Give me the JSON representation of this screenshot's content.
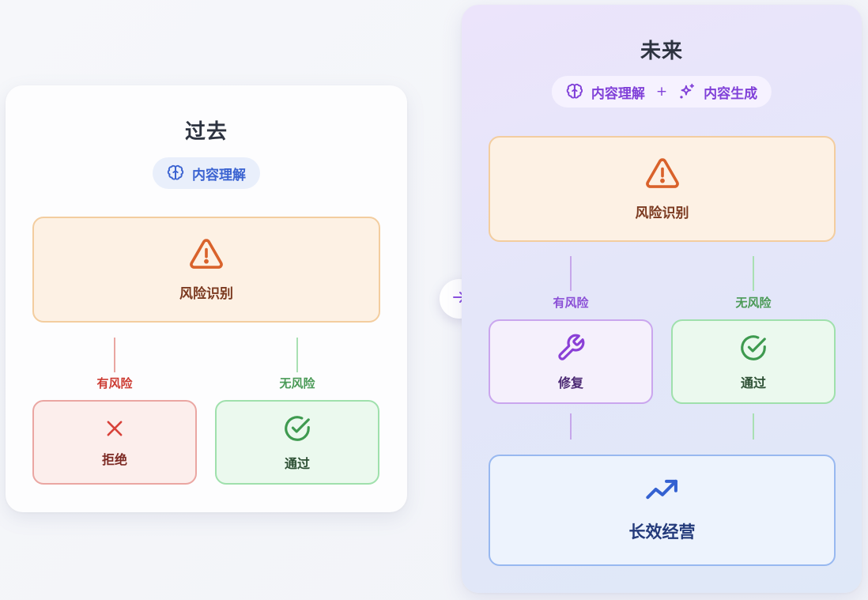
{
  "past": {
    "title": "过去",
    "capability": {
      "icon": "brain-icon",
      "label": "内容理解"
    },
    "risk_node": {
      "icon": "warning-triangle-icon",
      "label": "风险识别"
    },
    "branches": [
      {
        "edge_label": "有风险",
        "node": {
          "icon": "x-icon",
          "label": "拒绝"
        }
      },
      {
        "edge_label": "无风险",
        "node": {
          "icon": "check-circle-icon",
          "label": "通过"
        }
      }
    ]
  },
  "transition": {
    "icon": "arrow-right-icon"
  },
  "future": {
    "title": "未来",
    "capabilities": [
      {
        "icon": "brain-icon",
        "label": "内容理解"
      },
      {
        "icon": "sparkles-icon",
        "label": "内容生成"
      }
    ],
    "joiner": "+",
    "risk_node": {
      "icon": "warning-triangle-icon",
      "label": "风险识别"
    },
    "branches": [
      {
        "edge_label": "有风险",
        "node": {
          "icon": "wrench-icon",
          "label": "修复"
        }
      },
      {
        "edge_label": "无风险",
        "node": {
          "icon": "check-circle-icon",
          "label": "通过"
        }
      }
    ],
    "outcome_node": {
      "icon": "trending-up-icon",
      "label": "长效经营"
    }
  },
  "colors": {
    "risk": "#d9622b",
    "reject": "#d8423a",
    "pass": "#3e9a4f",
    "fix": "#8a3fd6",
    "growth": "#3461d1",
    "understand_past": "#3b63d1",
    "future_accent": "#8040d8"
  }
}
